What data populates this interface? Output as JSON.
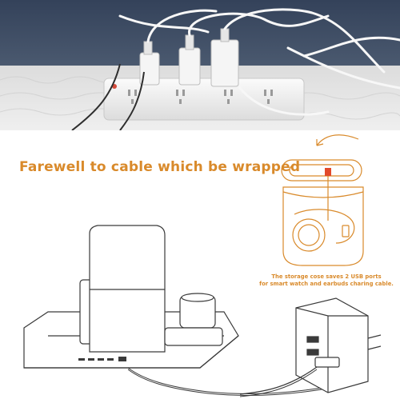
{
  "headline": "Farewell to cable which be wrapped",
  "caption": {
    "line1": "The storage cose saves 2 USB ports",
    "line2": "for smart watch and earbuds charing cable."
  },
  "colors": {
    "accent": "#d98a2b",
    "line_art": "#3a3a3a",
    "wall": "#3f4d63",
    "table": "#e9e9e9",
    "power_strip": "#f2f2f2",
    "cable": "#f7f7f7"
  },
  "illustrations": {
    "photo": "power-strip-with-chargers-photo",
    "case": "storage-case-line-art",
    "dock": "charging-dock-line-art",
    "adapter": "wall-adapter-line-art"
  }
}
